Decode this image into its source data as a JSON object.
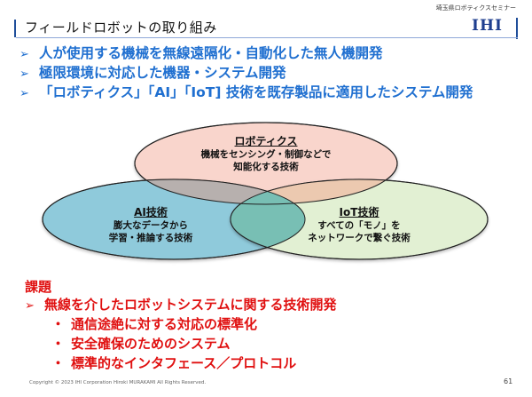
{
  "header": {
    "seminar": "埼玉県ロボティクスセミナー",
    "title": "フィールドロボットの取り組み",
    "logo": "IHI"
  },
  "bullets": [
    {
      "icon": "arrow-bullet-icon",
      "glyph": "➢",
      "text": "人が使用する機械を無線遠隔化・自動化した無人機開発"
    },
    {
      "icon": "arrow-bullet-icon",
      "glyph": "➢",
      "text": "極限環境に対応した機器・システム開発"
    },
    {
      "icon": "arrow-bullet-icon",
      "glyph": "➢",
      "text": "「ロボティクス」「AI」「IoT] 技術を既存製品に適用したシステム開発"
    }
  ],
  "venn": {
    "colors": {
      "robotics": "#f9d5cc",
      "ai": "#8fcadb",
      "iot": "#e2f0d3",
      "outline": "#222222"
    },
    "robotics": {
      "heading": "ロボティクス",
      "line1": "機械をセンシング・制御などで",
      "line2": "知能化する技術"
    },
    "ai": {
      "heading": "AI技術",
      "line1": "膨大なデータから",
      "line2": "学習・推論する技術"
    },
    "iot": {
      "heading": "IoT技術",
      "line1": "すべての「モノ」を",
      "line2": "ネットワークで繋ぐ技術"
    }
  },
  "issues": {
    "title": "課題",
    "main": {
      "glyph": "➢",
      "text": "無線を介したロボットシステムに関する技術開発"
    },
    "items": [
      {
        "glyph": "・",
        "text": "通信途絶に対する対応の標準化"
      },
      {
        "glyph": "・",
        "text": "安全確保のためのシステム"
      },
      {
        "glyph": "・",
        "text": "標準的なインタフェース／プロトコル"
      }
    ]
  },
  "footer": {
    "copyright": "Copyright © 2023 IHI Corporation Hiroki MURAKAMI All Rights Reserved.",
    "page": "61"
  }
}
